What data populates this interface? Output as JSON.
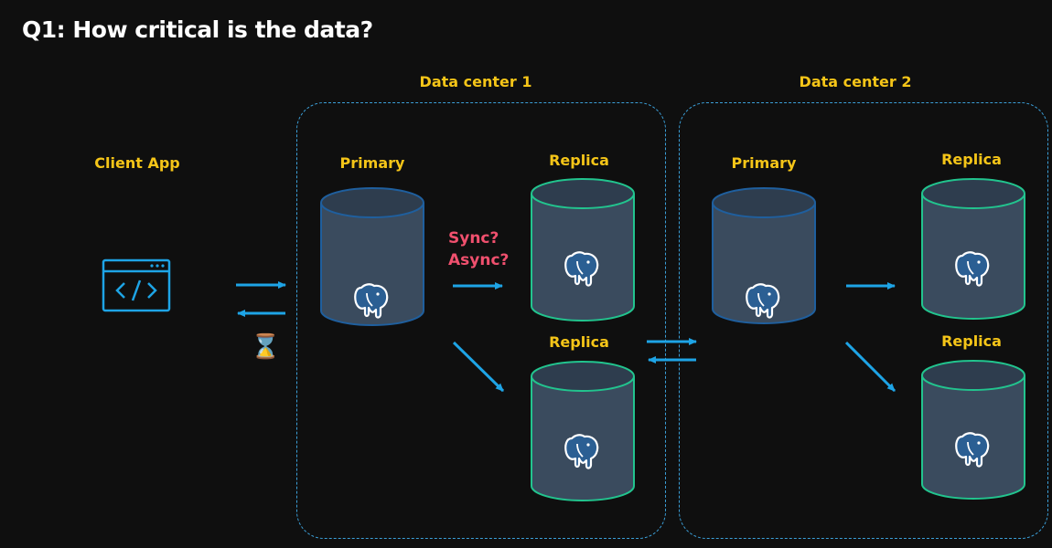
{
  "title": "Q1: How critical is the data?",
  "data_centers": [
    {
      "label": "Data center 1"
    },
    {
      "label": "Data center 2"
    }
  ],
  "client": {
    "label": "Client App",
    "icon": "code-window-icon"
  },
  "nodes": {
    "dc1_primary": {
      "label": "Primary",
      "icon": "postgresql-elephant-icon"
    },
    "dc1_replica_top": {
      "label": "Replica",
      "icon": "postgresql-elephant-icon"
    },
    "dc1_replica_bottom": {
      "label": "Replica",
      "icon": "postgresql-elephant-icon"
    },
    "dc2_primary": {
      "label": "Primary",
      "icon": "postgresql-elephant-icon"
    },
    "dc2_replica_top": {
      "label": "Replica",
      "icon": "postgresql-elephant-icon"
    },
    "dc2_replica_bottom": {
      "label": "Replica",
      "icon": "postgresql-elephant-icon"
    }
  },
  "replication_question": {
    "line1": "Sync?",
    "line2": "Async?"
  },
  "colors": {
    "background": "#0f0f0f",
    "label": "#f5c518",
    "primary_border": "#1f5f9e",
    "replica_border": "#22c48e",
    "cylinder_fill": "#3a4b5e",
    "arrow": "#1ea4e6",
    "question": "#f0506e",
    "dashed_border": "#3b9fd8"
  },
  "wait_indicator": {
    "icon": "hourglass-icon",
    "glyph": "⌛"
  }
}
